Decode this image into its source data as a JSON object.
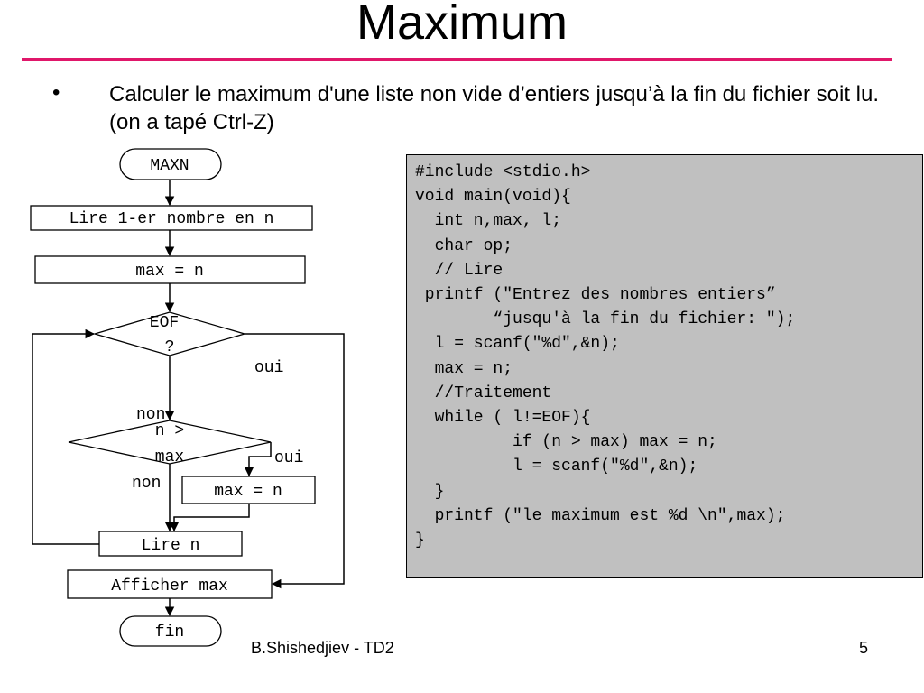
{
  "slide": {
    "title": "Maximum",
    "bullet_symbol": "•",
    "bullet_text": "Calculer le maximum d'une liste non vide d’entiers jusqu’à la fin du fichier soit lu. (on a tapé Ctrl-Z)"
  },
  "flowchart": {
    "start": "MAXN",
    "read_first": "Lire 1-er nombre en n",
    "init_max": "max = n",
    "eof_line1": "EOF",
    "eof_line2": "?",
    "eof_yes": "oui",
    "eof_no": "non",
    "cmp_line1": "n >",
    "cmp_line2": "max",
    "cmp_yes": "oui",
    "cmp_no": "non",
    "update_max": "max = n",
    "read_n": "Lire n",
    "show_max": "Afficher max",
    "end": "fin"
  },
  "code": {
    "lines": [
      "#include <stdio.h>",
      "void main(void){",
      "  int n,max, l;",
      "  char op;",
      "  // Lire",
      " printf (\"Entrez des nombres entiers”",
      "        “jusqu'à la fin du fichier: \");",
      "  l = scanf(\"%d\",&n);",
      "  max = n;",
      "  //Traitement",
      "  while ( l!=EOF){",
      "          if (n > max) max = n;",
      "          l = scanf(\"%d\",&n);",
      "  }",
      "  printf (\"le maximum est %d \\n\",max);",
      "}"
    ]
  },
  "footer": {
    "author": "B.Shishedjiev - TD2",
    "page": "5"
  }
}
